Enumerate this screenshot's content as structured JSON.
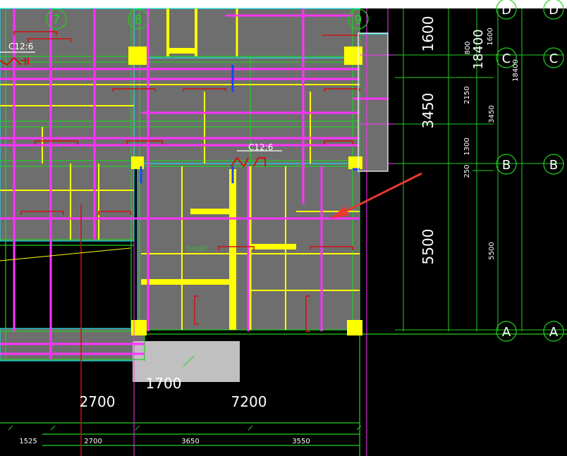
{
  "grid_axes": {
    "col7": "7",
    "col8": "8",
    "col9": "9",
    "rowD_left": "D",
    "rowD_right": "D",
    "rowC_left": "C",
    "rowC_right": "C",
    "rowB_left": "B",
    "rowB_right": "B",
    "rowA_left": "A",
    "rowA_right": "A"
  },
  "dimensions": {
    "vertical_large": [
      "1600",
      "3450",
      "5500"
    ],
    "vertical_small": [
      "1600",
      "2150",
      "3450",
      "1300",
      "250",
      "5500"
    ],
    "vertical_total": "18400",
    "vertical_total_small": "18400",
    "vertical_small_top": "800",
    "bottom_large": [
      "1700",
      "2700",
      "7200"
    ],
    "bottom_small": [
      "1525",
      "2700",
      "3650",
      "3550"
    ]
  },
  "annotations": {
    "rebar_left": "C12:6",
    "rebar_mid": "C12:6",
    "slab_h": "h=120"
  },
  "colors": {
    "background": "#000000",
    "slab_fill": "#6e6e6e",
    "beam_yellow": "#ffff00",
    "rebar_magenta": "#ff33ff",
    "axis_green": "#20d020",
    "outline_cyan": "#00ffff",
    "dim_white": "#ffffff",
    "arrow_red": "#e8392e",
    "detail_red": "#d01010"
  }
}
